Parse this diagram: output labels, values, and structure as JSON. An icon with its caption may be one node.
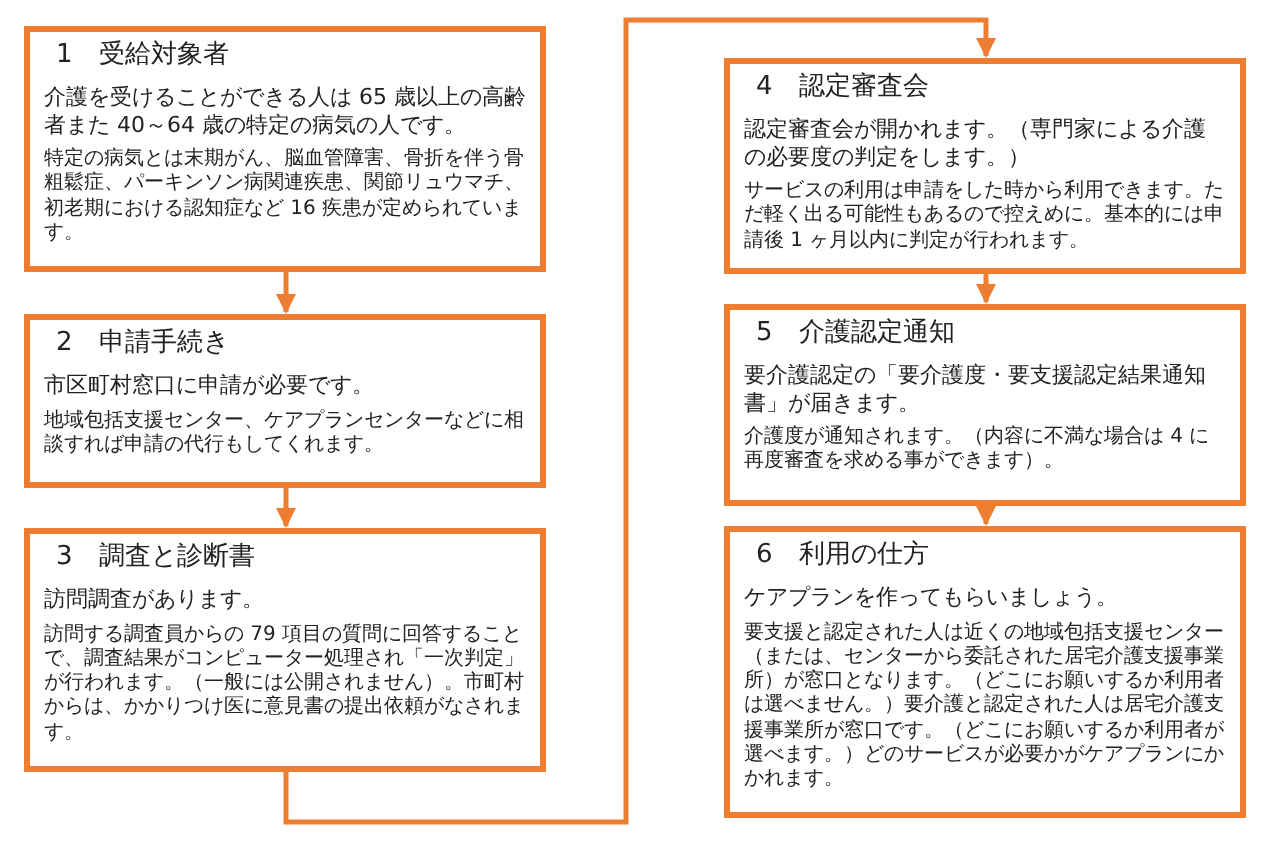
{
  "diagram": {
    "nodes": [
      {
        "text": [
          "1　受給対象者",
          "介護を受けることができる人は 65 歳以上の高齢者また 40～64 歳の特定の病気の人です。",
          "特定の病気とは末期がん、脳血管障害、骨折を伴う骨粗鬆症、パーキンソン病関連疾患、関節リュウマチ、初老期における認知症など 16 疾患が定められています。"
        ]
      },
      {
        "text": [
          "2　申請手続き",
          "市区町村窓口に申請が必要です。",
          "地域包括支援センター、ケアプランセンターなどに相談すれば申請の代行もしてくれます。"
        ]
      },
      {
        "text": [
          "3　調査と診断書",
          "訪問調査があります。",
          "訪問する調査員からの 79 項目の質問に回答することで、調査結果がコンピューター処理され「一次判定」が行われます。（一般には公開されません）。市町村からは、かかりつけ医に意見書の提出依頼がなされます。"
        ]
      },
      {
        "text": [
          "4　認定審査会",
          "認定審査会が開かれます。（専門家による介護の必要度の判定をします。）",
          "サービスの利用は申請をした時から利用できます。ただ軽く出る可能性もあるので控えめに。基本的には申請後 1 ヶ月以内に判定が行われます。"
        ]
      },
      {
        "text": [
          "5　介護認定通知",
          "要介護認定の「要介護度・要支援認定結果通知書」が届きます。",
          "介護度が通知されます。（内容に不満な場合は 4 に再度審査を求める事ができます）。"
        ]
      },
      {
        "text": [
          "6　利用の仕方",
          "ケアプランを作ってもらいましょう。",
          "要支援と認定された人は近くの地域包括支援センター（または、センターから委託された居宅介護支援事業所）が窓口となります。（どこにお願いするか利用者は選べません。）要介護と認定された人は居宅介護支援事業所が窓口です。（どこにお願いするか利用者が選べます。）どのサービスが必要かがケアプランにかかれます。"
        ]
      }
    ],
    "edges": [
      {
        "from": 0,
        "to": 1,
        "arrow": "to"
      },
      {
        "from": 1,
        "to": 2,
        "arrow": "to"
      },
      {
        "from": 2,
        "to": 3,
        "arrow": "to"
      },
      {
        "from": 3,
        "to": 4,
        "arrow": "to"
      },
      {
        "from": 4,
        "to": 5,
        "arrow": "to"
      }
    ]
  }
}
